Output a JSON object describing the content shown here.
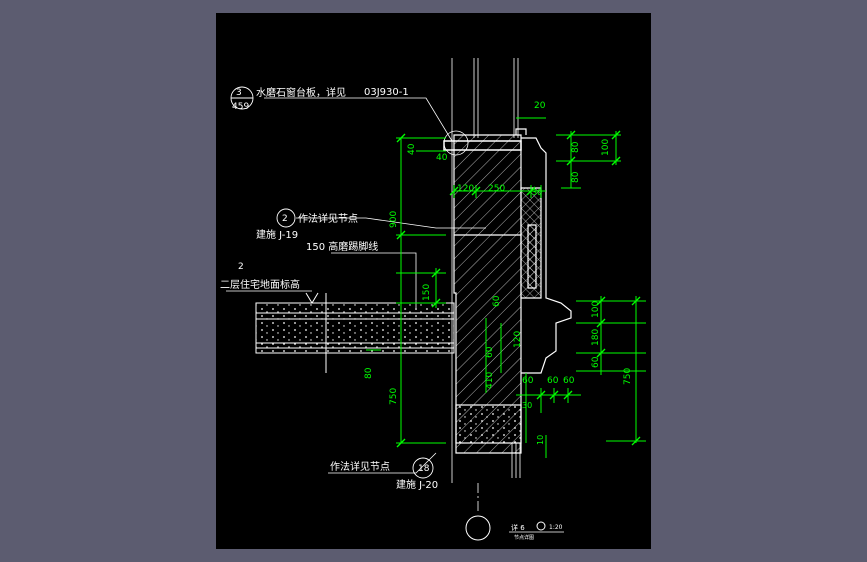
{
  "drawing": {
    "sill_callout": {
      "index_top": "3",
      "index_bottom": "459",
      "text": "水磨石窗台板，详见",
      "ref": "03J930-1"
    },
    "method_callout_top": {
      "index_top": "2",
      "text": "作法详见节点",
      "ref": "建施 J-19"
    },
    "skirting_label": "150  高磨踢脚线",
    "floor_callout": {
      "index": "2",
      "text": "二层住宅地面标高"
    },
    "method_callout_bottom": {
      "text": "作法详见节点",
      "index": "18",
      "ref": "建施 J-20"
    },
    "title_block": {
      "name": "详 6",
      "scale": "1:20",
      "subtitle": "节点详图"
    }
  },
  "dimensions": {
    "d20": "20",
    "d40a": "40",
    "d40b": "40",
    "d120": "120",
    "d250": "250",
    "d30a": "30",
    "d80a": "80",
    "d100a": "100",
    "d80b": "80",
    "d900": "900",
    "d150": "150",
    "d60a": "60",
    "d120b": "120",
    "d60b": "60",
    "d410": "410",
    "d80c": "80",
    "d750a": "750",
    "d60c": "60",
    "d60d": "60",
    "d60e": "60",
    "d30b": "30",
    "d100b": "100",
    "d180": "180",
    "d60f": "60",
    "d750b": "750",
    "d10": "10"
  },
  "colors": {
    "background": "#5c5c70",
    "paper": "#000000",
    "linework": "#ffffff",
    "dimension": "#00ff00"
  }
}
